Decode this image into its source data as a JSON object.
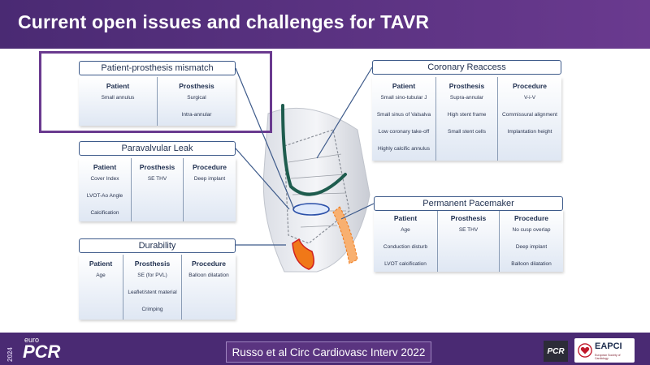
{
  "title": "Current open issues and challenges for TAVR",
  "colors": {
    "title_bar": "#4a2a73",
    "highlight": "#6a3a8f",
    "box_border": "#3d5a8a"
  },
  "boxes": {
    "ppm": {
      "title": "Patient-prosthesis mismatch",
      "columns": [
        {
          "header": "Patient",
          "items": [
            "Small annulus"
          ]
        },
        {
          "header": "Prosthesis",
          "items": [
            "Surgical",
            "Intra-annular"
          ]
        }
      ]
    },
    "pvl": {
      "title": "Paravalvular Leak",
      "columns": [
        {
          "header": "Patient",
          "items": [
            "Cover Index",
            "LVOT-Ao Angle",
            "Calcification"
          ]
        },
        {
          "header": "Prosthesis",
          "items": [
            "SE THV"
          ]
        },
        {
          "header": "Procedure",
          "items": [
            "Deep implant"
          ]
        }
      ]
    },
    "durability": {
      "title": "Durability",
      "columns": [
        {
          "header": "Patient",
          "items": [
            "Age"
          ]
        },
        {
          "header": "Prosthesis",
          "items": [
            "SE (for PVL)",
            "Leaflet/stent material",
            "Crimping"
          ]
        },
        {
          "header": "Procedure",
          "items": [
            "Balloon dilatation"
          ]
        }
      ]
    },
    "coronary": {
      "title": "Coronary Reaccess",
      "columns": [
        {
          "header": "Patient",
          "items": [
            "Small sino-tubular J",
            "Small sinus of Valsalva",
            "Low coronary take-off",
            "Highly calcific annulus"
          ]
        },
        {
          "header": "Prosthesis",
          "items": [
            "Supra-annular",
            "High stent frame",
            "Small stent cells"
          ]
        },
        {
          "header": "Procedure",
          "items": [
            "V-i-V",
            "Commissural alignment",
            "Implantation height"
          ]
        }
      ]
    },
    "pacemaker": {
      "title": "Permanent Pacemaker",
      "columns": [
        {
          "header": "Patient",
          "items": [
            "Age",
            "Conduction disturb",
            "LVOT calcification"
          ]
        },
        {
          "header": "Prosthesis",
          "items": [
            "SE THV"
          ]
        },
        {
          "header": "Procedure",
          "items": [
            "No cusp overlap",
            "Deep implant",
            "Balloon dilatation"
          ]
        }
      ]
    }
  },
  "footer": {
    "year": "2024",
    "euro": "euro",
    "pcr": "PCR",
    "citation": "Russo et al Circ Cardiovasc Interv 2022",
    "pcr_badge": "PCR",
    "eapci": "EAPCI",
    "eapci_sub": "European Society of Cardiology"
  }
}
